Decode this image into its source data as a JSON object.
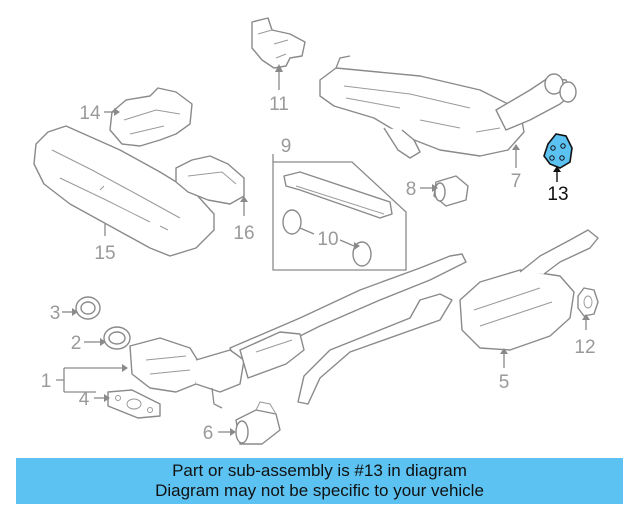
{
  "diagram": {
    "callouts": [
      "1",
      "2",
      "3",
      "4",
      "5",
      "6",
      "7",
      "8",
      "9",
      "10",
      "11",
      "12",
      "13",
      "14",
      "15",
      "16"
    ],
    "highlighted_part": "13",
    "highlight_color": "#5bc2f2"
  },
  "banner": {
    "line1": "Part or sub-assembly is #13 in diagram",
    "line2": "Diagram may not be specific to your vehicle",
    "background": "#5bc2f2"
  }
}
